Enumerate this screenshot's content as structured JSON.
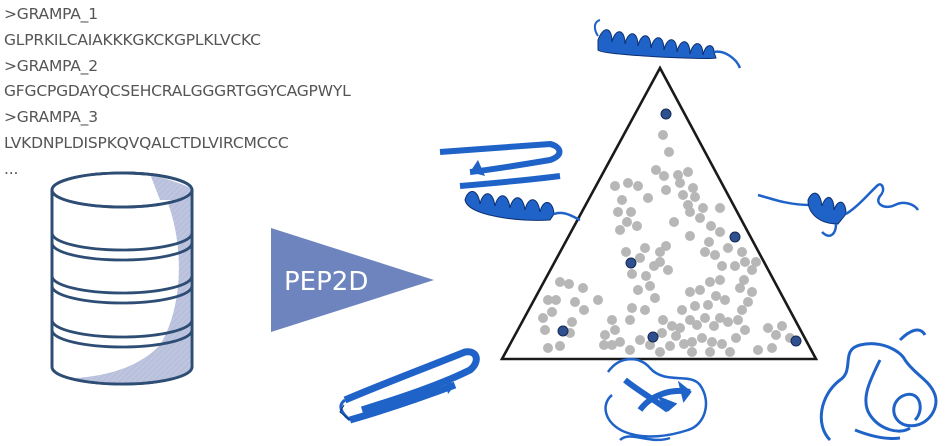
{
  "sequences": {
    "lines": [
      ">GRAMPA_1",
      "GLPRKILCAIAKKKGKCKGPLKLVCKC",
      ">GRAMPA_2",
      "GFGCPGDAYQCSEHCRALGGGRTGGYCAGPWYL",
      ">GRAMPA_3",
      "LVKDNPLDISPKQVQALCTDLVIRCMCCC",
      "..."
    ]
  },
  "arrow": {
    "label": "PEP2D"
  },
  "colors": {
    "sequence_text": "#555555",
    "database_outline": "#2e4d74",
    "database_fill": "#b8c0dc",
    "arrow_fill": "#6d84be",
    "point_gray": "#b7b7b7",
    "point_highlight": "#2f4f8f",
    "structure_blue": "#1f63c8"
  },
  "icons": {
    "database": "database-cylinder-icon",
    "structures": [
      "helix-top",
      "hairpin-helix-left",
      "helix-coil-right",
      "hairpin-bottom-left",
      "sheet-coil-bottom",
      "coil-bottom-right"
    ]
  }
}
